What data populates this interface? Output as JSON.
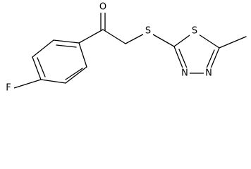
{
  "structure": {
    "atom_labels": {
      "fluorine": "F",
      "carbonyl_oxygen": "O",
      "thioether_sulfur": "S",
      "ring_sulfur": "S",
      "ring_nitrogen_left": "N",
      "ring_nitrogen_right": "N"
    },
    "bond_color": "#000000",
    "label_color": "#000000",
    "background_color": "#ffffff"
  }
}
